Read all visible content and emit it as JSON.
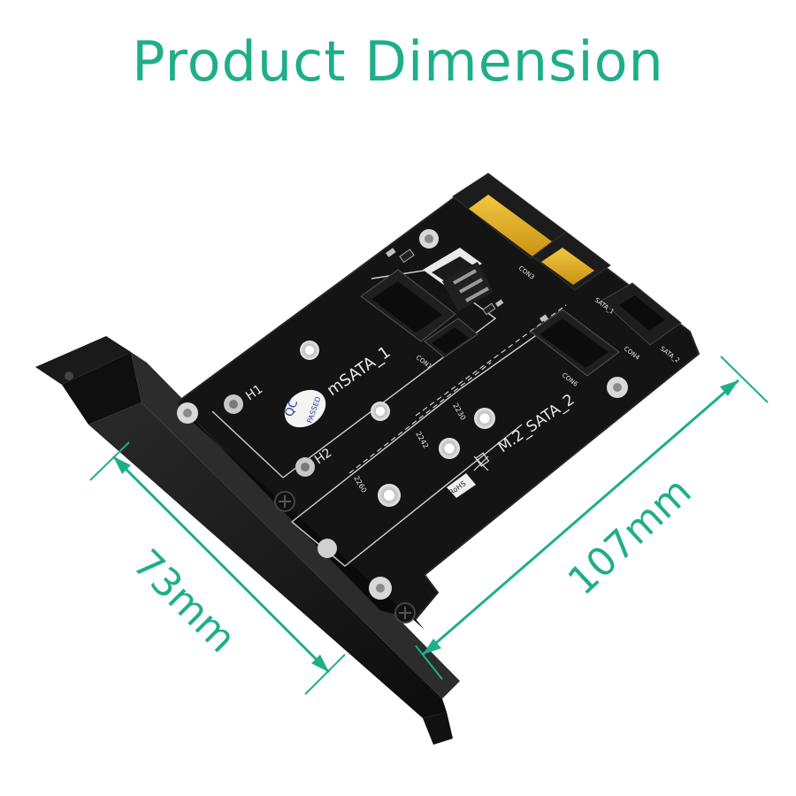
{
  "page": {
    "title": "Product Dimension",
    "accent_color": "#1fae8a"
  },
  "dimensions": {
    "width_label": "73mm",
    "length_label": "107mm"
  },
  "board": {
    "color": "#151515",
    "slot_1_label": "mSATA_1",
    "slot_2_label": "M.2_SATA_2",
    "hole_h1": "H1",
    "hole_h2": "H2",
    "con1": "CON1",
    "con3": "CON3",
    "con4": "CON4",
    "con6": "CON6",
    "sata_1": "SATA_1",
    "sata_2": "SATA_2",
    "len_2230": "2230",
    "len_2242": "2242",
    "len_2260": "2260",
    "qc_label": "QC",
    "qc_passed": "PASSED",
    "rohs": "RoHS"
  }
}
